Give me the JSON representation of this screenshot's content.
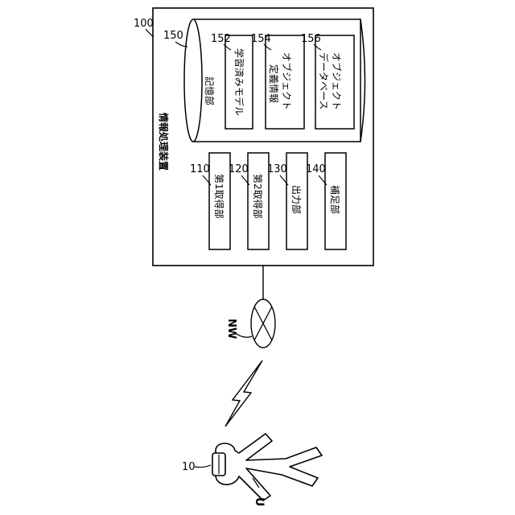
{
  "device": {
    "ref": "100",
    "title": "情報処理装置"
  },
  "storage": {
    "ref": "150",
    "label": "記憶部",
    "items": [
      {
        "ref": "152",
        "lines": [
          "学習済みモデル"
        ]
      },
      {
        "ref": "154",
        "lines": [
          "オブジェクト",
          "定義情報"
        ]
      },
      {
        "ref": "156",
        "lines": [
          "オブジェクト",
          "データベース"
        ]
      }
    ]
  },
  "units": [
    {
      "ref": "110",
      "label": "第1取得部"
    },
    {
      "ref": "120",
      "label": "第2取得部"
    },
    {
      "ref": "130",
      "label": "出力部"
    },
    {
      "ref": "140",
      "label": "補足部"
    }
  ],
  "network": {
    "label": "NW"
  },
  "user": {
    "label": "U",
    "device_ref": "10"
  },
  "colors": {
    "line": "#000000",
    "background": "#ffffff"
  }
}
